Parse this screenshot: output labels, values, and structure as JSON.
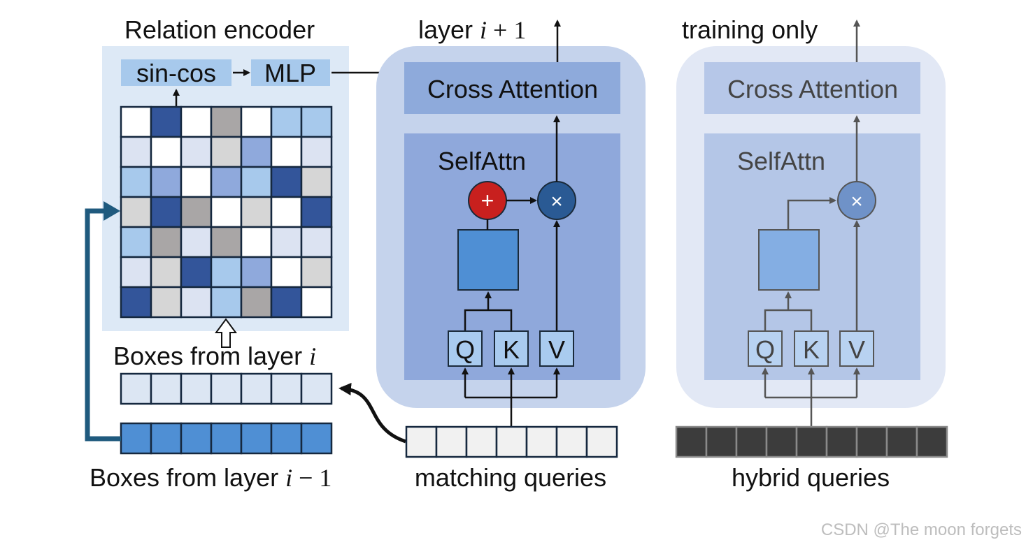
{
  "relation_encoder": {
    "title": "Relation encoder",
    "sincos_label": "sin-cos",
    "mlp_label": "MLP",
    "matrix_colors": [
      [
        "#ffffff",
        "#33559a",
        "#ffffff",
        "#a9a6a6",
        "#ffffff",
        "#a7c9ec",
        "#a7c9ec"
      ],
      [
        "#dce3f2",
        "#ffffff",
        "#dce3f2",
        "#d6d6d6",
        "#8fa9dc",
        "#ffffff",
        "#dce3f2"
      ],
      [
        "#a7c9ec",
        "#8fa9dc",
        "#ffffff",
        "#8fa9dc",
        "#a7c9ec",
        "#33559a",
        "#d6d6d6"
      ],
      [
        "#d6d6d6",
        "#33559a",
        "#a9a6a6",
        "#ffffff",
        "#d6d6d6",
        "#ffffff",
        "#33559a"
      ],
      [
        "#a7c9ec",
        "#a9a6a6",
        "#dce3f2",
        "#a9a6a6",
        "#ffffff",
        "#dce3f2",
        "#dce3f2"
      ],
      [
        "#dce3f2",
        "#d6d6d6",
        "#33559a",
        "#a7c9ec",
        "#8fa9dc",
        "#ffffff",
        "#d6d6d6"
      ],
      [
        "#33559a",
        "#d6d6d6",
        "#dce3f2",
        "#a7c9ec",
        "#a9a6a6",
        "#33559a",
        "#ffffff"
      ]
    ]
  },
  "boxes_current": {
    "label_prefix": "Boxes from layer ",
    "label_var": "i",
    "cells": 7,
    "color": "#dce6f3"
  },
  "boxes_prev": {
    "label_prefix": "Boxes from layer ",
    "label_var": "i",
    "label_suffix": " − 1",
    "cells": 7,
    "color": "#4f8fd4"
  },
  "decoder_layer": {
    "top_label_prefix": "layer ",
    "top_label_var": "i",
    "top_label_suffix": " + 1",
    "cross_attention": "Cross Attention",
    "self_attn": "SelfAttn",
    "q": "Q",
    "k": "K",
    "v": "V",
    "plus_symbol": "+",
    "times_symbol": "×"
  },
  "matching_queries": {
    "label": "matching queries",
    "cells": 7
  },
  "training_branch": {
    "top_label": "training only",
    "cross_attention": "Cross Attention",
    "self_attn": "SelfAttn",
    "q": "Q",
    "k": "K",
    "v": "V",
    "times_symbol": "×"
  },
  "hybrid_queries": {
    "label": "hybrid queries",
    "cells": 9
  },
  "watermark": "CSDN @The moon forgets",
  "colors": {
    "encoder_bg": "#dde9f6",
    "layer_outer": "#c5d3ec",
    "cross_attn_box": "#8eaadb",
    "selfattn_box": "#8fa8db",
    "plus_circle": "#c8201e",
    "times_circle": "#2a5a94",
    "qkv_box": "#a9cbef",
    "attn_matrix": "#4f8fd4",
    "training_outer": "#e2e8f5",
    "training_cross": "#b6c7e8",
    "training_self": "#b4c6e7",
    "feedback_arrow": "#1f5a7e",
    "hybrid_cells": "#3c3c3c"
  }
}
